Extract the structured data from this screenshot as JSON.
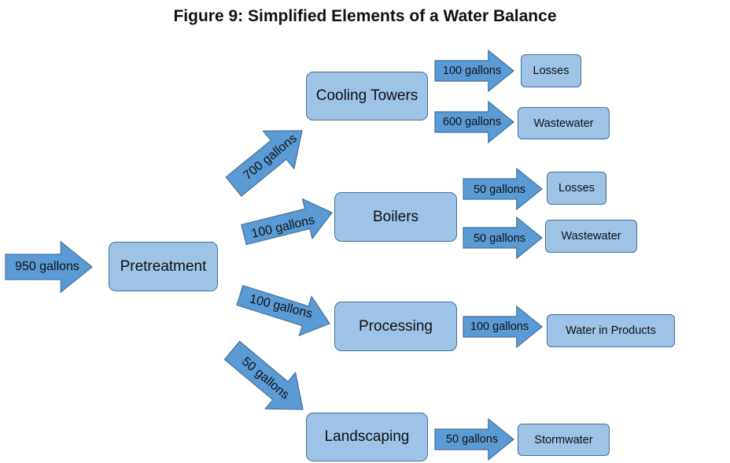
{
  "title": "Figure 9: Simplified Elements of a Water Balance",
  "colors": {
    "arrow_fill": "#5b9bd5",
    "arrow_stroke": "#41719c",
    "box_fill": "#9dc3e6",
    "box_stroke": "#41719c"
  },
  "nodes": {
    "pretreatment": "Pretreatment",
    "cooling_towers": "Cooling Towers",
    "boilers": "Boilers",
    "processing": "Processing",
    "landscaping": "Landscaping",
    "ct_losses": "Losses",
    "ct_wastewater": "Wastewater",
    "boilers_losses": "Losses",
    "boilers_wastewater": "Wastewater",
    "water_in_products": "Water in Products",
    "stormwater": "Stormwater"
  },
  "flows": {
    "input": "950 gallons",
    "to_cooling_towers": "700 gallons",
    "to_boilers": "100 gallons",
    "to_processing": "100 gallons",
    "to_landscaping": "50 gallons",
    "ct_to_losses": "100 gallons",
    "ct_to_wastewater": "600 gallons",
    "boilers_to_losses": "50 gallons",
    "boilers_to_wastewater": "50 gallons",
    "processing_to_products": "100 gallons",
    "landscaping_to_stormwater": "50 gallons"
  }
}
